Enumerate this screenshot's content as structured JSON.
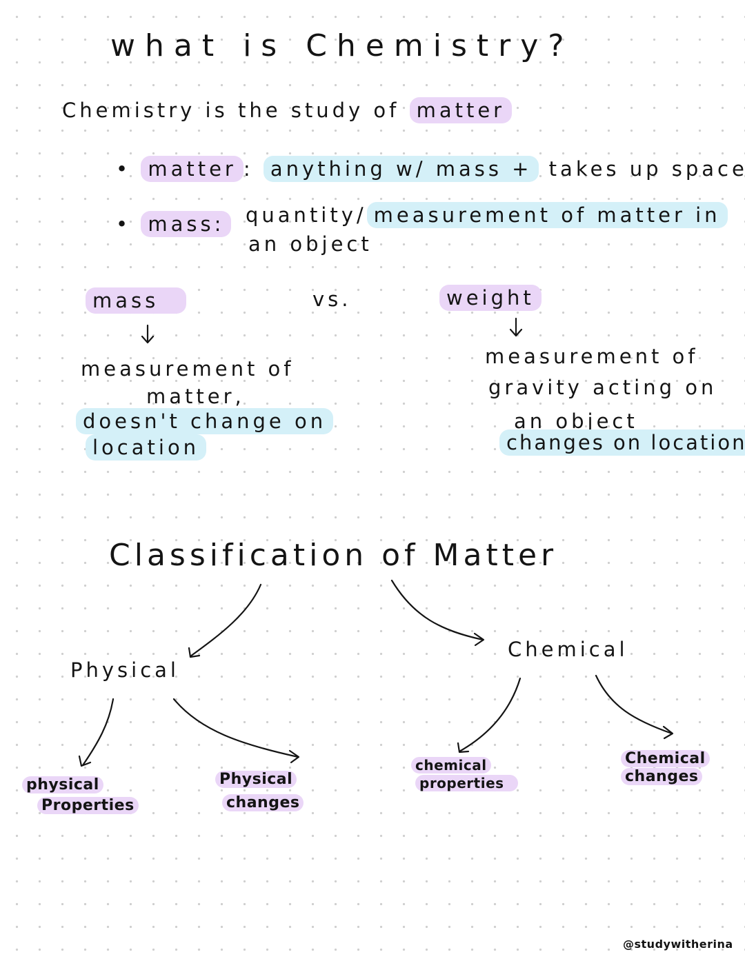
{
  "title": "what is Chemistry?",
  "definition": {
    "prefix": "Chemistry is the study of",
    "keyword": "matter"
  },
  "bullets": [
    {
      "term": "matter",
      "sep": ":",
      "text_a": "anything w/ mass +",
      "text_b": "takes up space"
    },
    {
      "term": "mass:",
      "text_a": "quantity/",
      "text_b": "measurement of matter in",
      "text_c": "an object"
    }
  ],
  "comparison": {
    "left": {
      "heading": "mass",
      "line1": "measurement of",
      "line2": "matter,",
      "line3": "doesn't change on",
      "line4": "location"
    },
    "vs": "vs.",
    "right": {
      "heading": "weight",
      "line1": "measurement of",
      "line2": "gravity acting on",
      "line3": "an object",
      "line4": "changes on location"
    }
  },
  "classification": {
    "title": "Classification of Matter",
    "physical": {
      "label": "Physical",
      "leaf1": [
        "physical",
        "Properties"
      ],
      "leaf2": [
        "Physical",
        "changes"
      ]
    },
    "chemical": {
      "label": "Chemical",
      "leaf1": [
        "chemical",
        "properties"
      ],
      "leaf2": [
        "Chemical",
        "changes"
      ]
    }
  },
  "watermark": "@studywitherina",
  "colors": {
    "highlight_purple": "#ead6f7",
    "highlight_blue": "#d4f0f8",
    "ink": "#141414"
  }
}
